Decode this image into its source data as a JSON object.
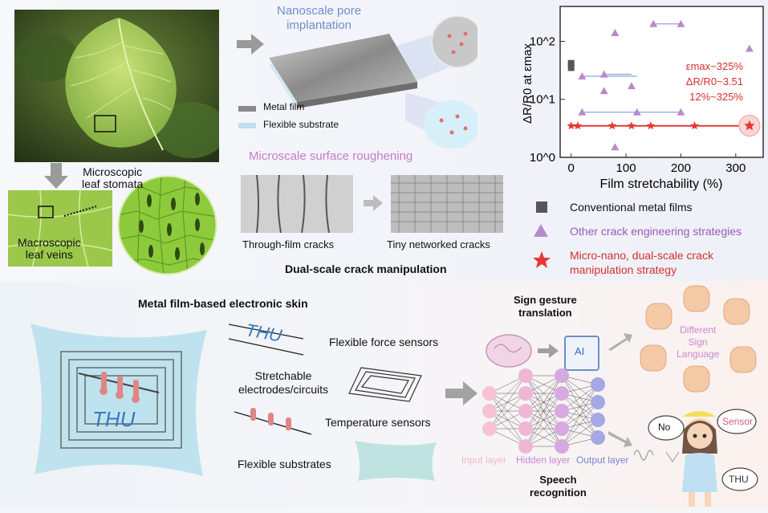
{
  "labels": {
    "nanoscale": "Nanoscale pore\nimplantation",
    "metal_film": "Metal film",
    "flexible_substrate": "Flexible substrate",
    "microscale": "Microscale surface roughening",
    "microscopic_stomata": "Microscopic\nleaf stomata",
    "macroscopic_veins": "Macroscopic\nleaf veins",
    "through_film": "Through-film cracks",
    "tiny_networked": "Tiny networked cracks",
    "dual_scale": "Dual-scale crack manipulation",
    "eskin_title": "Metal film-based electronic skin",
    "thu_small": "THU",
    "thu_large": "THU",
    "force_sensors": "Flexible force sensors",
    "stretch_electrodes": "Stretchable\nelectrodes/circuits",
    "temp_sensors": "Temperature sensors",
    "flex_substrates": "Flexible substrates",
    "sign_gesture": "Sign gesture\ntranslation",
    "ai": "AI",
    "different_sign": "Different\nSign\nLanguage",
    "input_layer": "Input layer",
    "hidden_layer": "Hidden layer",
    "output_layer": "Output layer",
    "speech": "Speech\nrecognition",
    "no_bubble": "No",
    "sensor_bubble": "Sensor",
    "thu_bubble": "THU"
  },
  "chart_data": {
    "type": "scatter",
    "xlabel": "Film stretchability (%)",
    "ylabel": "ΔR/R0 at εmax",
    "ylim": [
      1,
      400
    ],
    "xlim": [
      -20,
      350
    ],
    "yscale": "log",
    "xticks": [
      "0",
      "100",
      "200",
      "300"
    ],
    "yticks": [
      "10^0",
      "10^1",
      "10^2"
    ],
    "annotations": [
      "εmax~325%",
      "ΔR/R0~3.51",
      "12%~325%"
    ],
    "legend": [
      {
        "name": "Conventional metal films",
        "marker": "square",
        "color": "#555555"
      },
      {
        "name": "Other crack engineering strategies",
        "marker": "triangle",
        "color": "#b98acb"
      },
      {
        "name": "Micro-nano, dual-scale crack manipulation strategy",
        "marker": "star",
        "color": "#e53935"
      }
    ],
    "series": [
      {
        "name": "Conventional metal films",
        "points": [
          [
            0,
            42
          ],
          [
            0,
            35
          ]
        ]
      },
      {
        "name": "Other crack engineering strategies",
        "points": [
          [
            80,
            140
          ],
          [
            80,
            1.5
          ],
          [
            325,
            75
          ],
          [
            60,
            27
          ],
          [
            110,
            17
          ],
          [
            60,
            14
          ],
          [
            20,
            6
          ],
          [
            120,
            6
          ],
          [
            200,
            6
          ],
          [
            20,
            25
          ],
          [
            150,
            200
          ],
          [
            200,
            200
          ]
        ]
      },
      {
        "name": "Micro-nano, dual-scale crack manipulation strategy",
        "points": [
          [
            0,
            3.5
          ],
          [
            12,
            3.5
          ],
          [
            75,
            3.5
          ],
          [
            110,
            3.5
          ],
          [
            145,
            3.5
          ],
          [
            225,
            3.5
          ],
          [
            325,
            3.51
          ]
        ]
      }
    ]
  }
}
